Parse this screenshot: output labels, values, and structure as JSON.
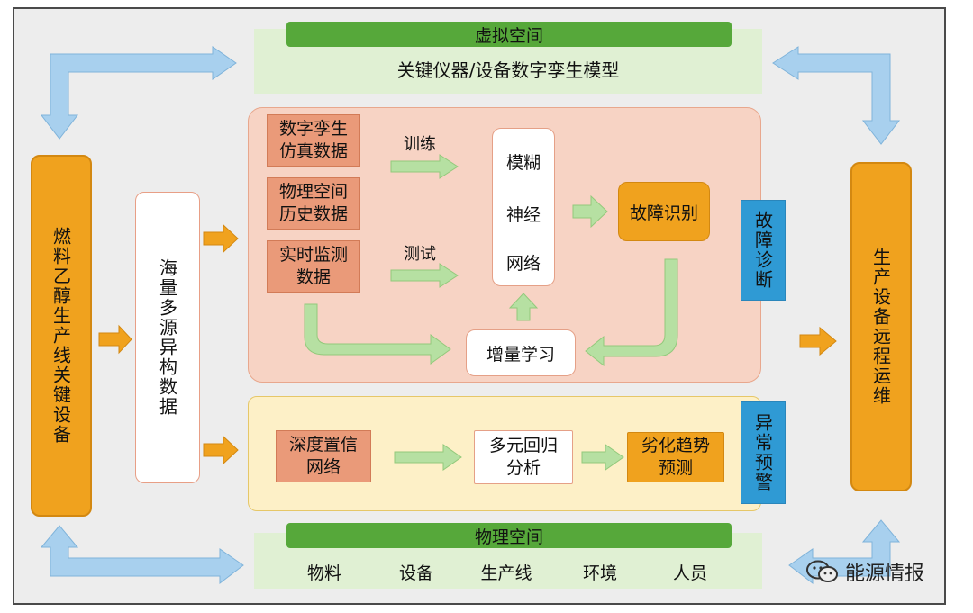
{
  "virtual_space": {
    "title": "虚拟空间",
    "model": "关键仪器/设备数字孪生模型"
  },
  "physical_space": {
    "title": "物理空间",
    "items": [
      "物料",
      "设备",
      "生产线",
      "环境",
      "人员"
    ]
  },
  "left_device": "燃料乙醇生产线关键设备",
  "multi_source": "海量多源异构数据",
  "fault_diagnosis": {
    "label": "故障诊断",
    "data_sources": [
      {
        "line1": "数字孪生",
        "line2": "仿真数据"
      },
      {
        "line1": "物理空间",
        "line2": "历史数据"
      },
      {
        "line1": "实时监测",
        "line2": "数据"
      }
    ],
    "train_label": "训练",
    "test_label": "测试",
    "network": [
      "模糊",
      "神经",
      "网络"
    ],
    "fault_identify": "故障识别",
    "incremental": "增量学习"
  },
  "anomaly_warning": {
    "label": "异常预警",
    "belief_net": {
      "line1": "深度置信",
      "line2": "网络"
    },
    "regression": {
      "line1": "多元回归",
      "line2": "分析"
    },
    "trend": {
      "line1": "劣化趋势",
      "line2": "预测"
    }
  },
  "right_device": "生产设备远程运维",
  "watermark": "能源情报",
  "colors": {
    "green_bar": "#56a83a",
    "orange": "#f0a21e",
    "salmon": "#ea9a79",
    "blue": "#2f9ad4",
    "pink_panel": "#f7d3c4",
    "yellow_panel": "#fdf0c7",
    "arrow_green": "#b6e0a2",
    "arrow_blue": "#a8d0ee"
  },
  "icons": [
    "wechat-icon"
  ]
}
